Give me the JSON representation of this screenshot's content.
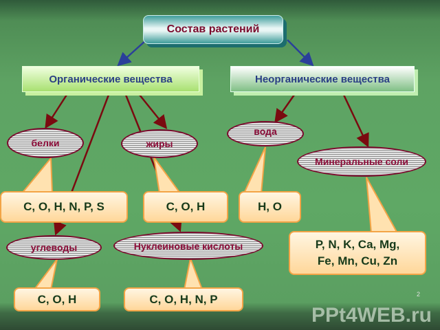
{
  "title": "Состав растений",
  "categories": {
    "organic": "Органические вещества",
    "inorganic": "Неорганические вещества"
  },
  "nodes": {
    "proteins": "белки",
    "fats": "жиры",
    "water": "вода",
    "mineral_salts": "Минеральные соли",
    "carbohydrates": "углеводы",
    "nucleic_acids": "Нуклеиновые кислоты"
  },
  "elements": {
    "proteins": "C, O, H, N, P, S",
    "fats": "C, O, H",
    "water": "H, O",
    "mineral_salts_line1": "P, N, K, Ca, Mg,",
    "mineral_salts_line2": "Fe, Mn, Cu, Zn",
    "carbohydrates": "C, O, H",
    "nucleic_acids": "C, O, H, N, P"
  },
  "page_number": "2",
  "watermark": "PPt4WEB.ru"
}
